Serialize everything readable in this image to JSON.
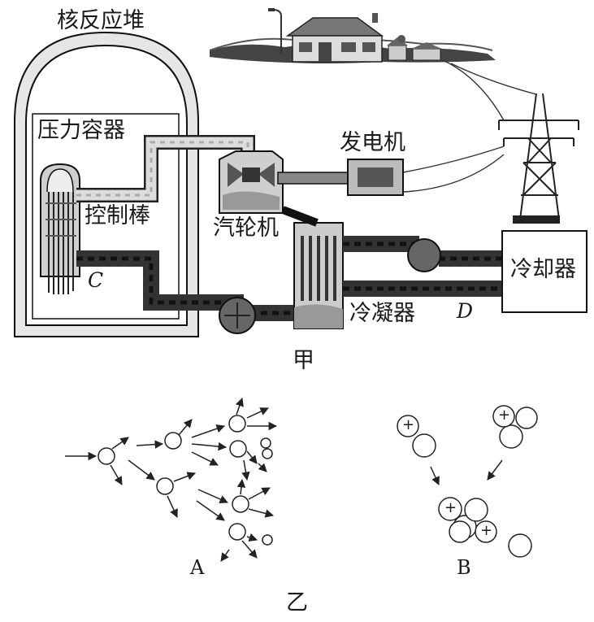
{
  "part_a": {
    "labels": {
      "reactor": "核反应堆",
      "pressure_vessel": "压力容器",
      "control_rod": "控制棒",
      "point_c": "C",
      "turbine": "汽轮机",
      "generator": "发电机",
      "cooler": "冷却器",
      "condenser": "冷凝器",
      "point_d": "D"
    },
    "caption": "甲"
  },
  "part_b": {
    "label_a": "A",
    "label_b": "B",
    "plus_sign": "+",
    "caption": "乙"
  }
}
